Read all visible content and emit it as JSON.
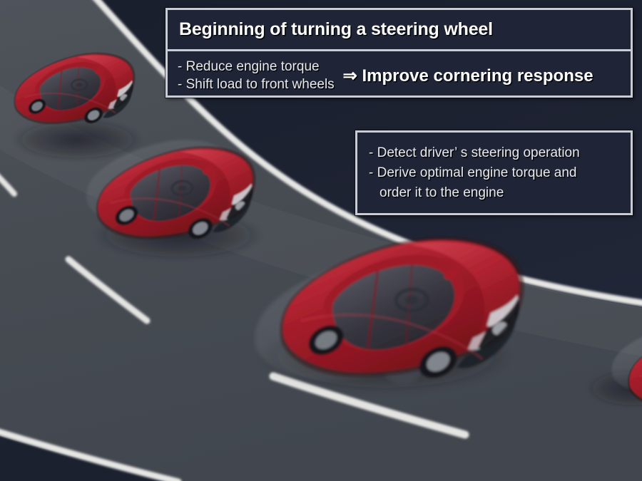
{
  "scene": {
    "description": "Mazda G-Vectoring Control illustration: a red sedan shown in four successive positions turning left along a curved road, with translucent ghost copies showing motion.",
    "colors": {
      "background_navy": "#1b2030",
      "asphalt": "#4a4f57",
      "asphalt_light": "#595e66",
      "lane_marking": "#f2f2f0",
      "car_red": "#b01f2b",
      "car_red_light": "#d43040",
      "car_red_dark": "#6e1119",
      "ghost": "#8a8d93",
      "panel_fill": "#1f2537",
      "panel_border": "#c9ccd4",
      "text_primary": "#ffffff",
      "text_body": "#e8e9ec"
    },
    "cars": [
      {
        "name": "car-rear-most",
        "label": "red sedan, farthest back, upper left"
      },
      {
        "name": "car-second",
        "label": "red sedan, second position"
      },
      {
        "name": "car-foreground",
        "label": "red sedan, foreground with ghost trail"
      },
      {
        "name": "car-right-edge",
        "label": "red sedan, partially cropped at right edge"
      }
    ]
  },
  "main_panel": {
    "title": "Beginning of turning a steering wheel",
    "bullets": [
      "- Reduce engine torque",
      "- Shift load to front wheels"
    ],
    "conclusion": "⇒ Improve cornering response"
  },
  "side_panel": {
    "bullets": [
      "- Detect driver’ s steering operation",
      "- Derive optimal engine torque and",
      "order it to the engine"
    ]
  }
}
